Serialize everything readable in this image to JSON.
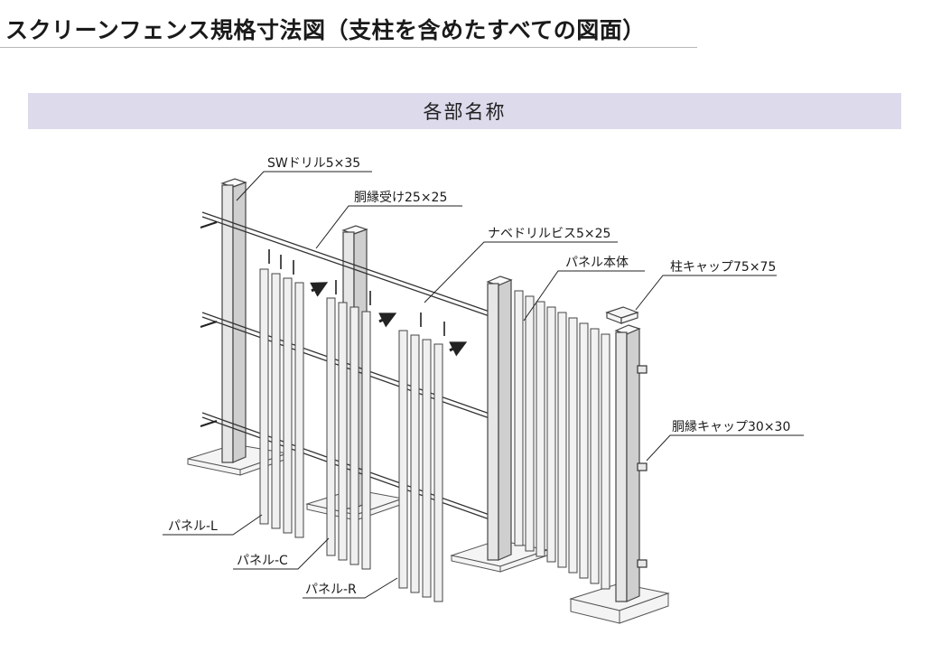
{
  "page": {
    "title": "スクリーンフェンス規格寸法図（支柱を含めたすべての図面）",
    "section_heading": "各部名称"
  },
  "labels": {
    "sw_drill": "SWドリル5×35",
    "rail_receiver": "胴縁受け25×25",
    "nabe_drill": "ナベドリルビス5×25",
    "panel_body": "パネル本体",
    "post_cap": "柱キャップ75×75",
    "rail_cap": "胴縁キャップ30×30",
    "panel_l": "パネル-L",
    "panel_c": "パネル-C",
    "panel_r": "パネル-R"
  },
  "colors": {
    "banner": "#dcdaeb",
    "line": "#3a3a3a",
    "fill": "#f2f2f2"
  }
}
